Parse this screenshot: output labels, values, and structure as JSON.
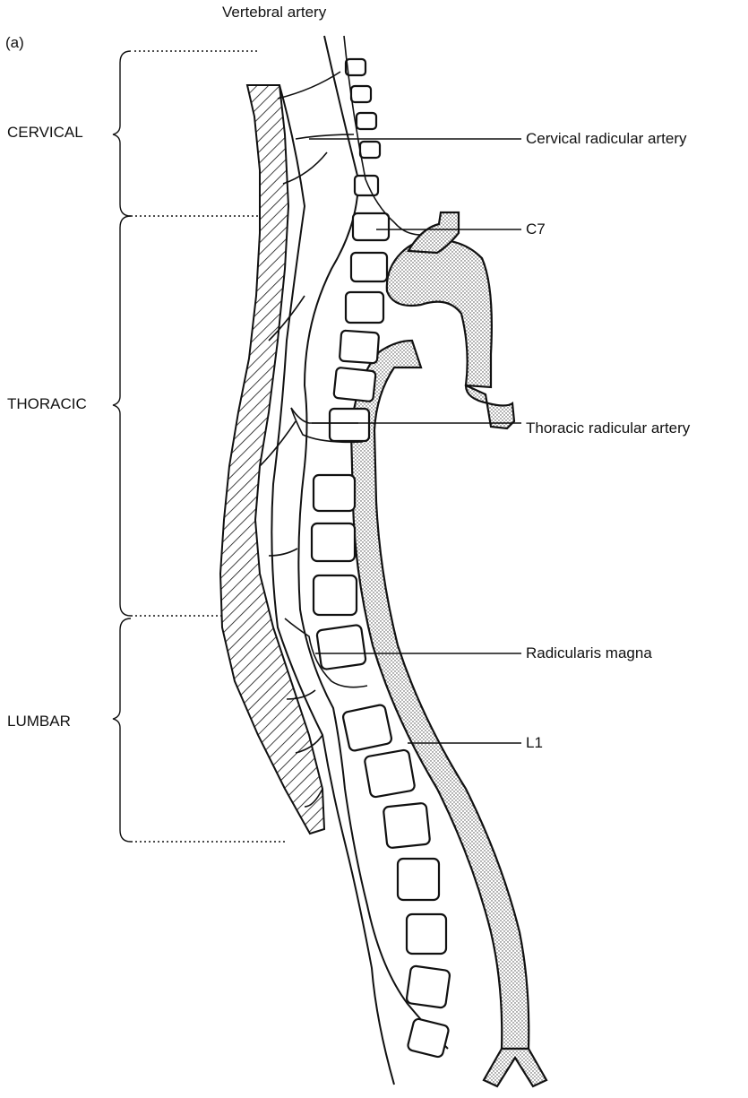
{
  "panel_tag": "(a)",
  "top_label": "Vertebral artery",
  "regions": {
    "cervical": "CERVICAL",
    "thoracic": "THORACIC",
    "lumbar": "LUMBAR"
  },
  "annotations": {
    "cervical_radicular": "Cervical radicular artery",
    "c7": "C7",
    "thoracic_radicular": "Thoracic radicular artery",
    "radicularis_magna": "Radicularis magna",
    "l1": "L1"
  }
}
